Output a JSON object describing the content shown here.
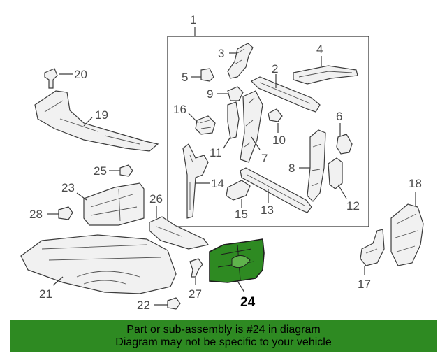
{
  "diagram": {
    "callouts": {
      "c1": "1",
      "c2": "2",
      "c3": "3",
      "c4": "4",
      "c5": "5",
      "c6": "6",
      "c7": "7",
      "c8": "8",
      "c9": "9",
      "c10": "10",
      "c11": "11",
      "c12": "12",
      "c13": "13",
      "c14": "14",
      "c15": "15",
      "c16": "16",
      "c17": "17",
      "c18": "18",
      "c19": "19",
      "c20": "20",
      "c21": "21",
      "c22": "22",
      "c23": "23",
      "c24": "24",
      "c25": "25",
      "c26": "26",
      "c27": "27",
      "c28": "28"
    },
    "highlighted_part": "24",
    "highlight_color": "#2e8a22"
  },
  "banner": {
    "line1": "Part or sub-assembly is #24 in diagram",
    "line2": "Diagram may not be specific to your vehicle",
    "background": "#2e8a22"
  }
}
